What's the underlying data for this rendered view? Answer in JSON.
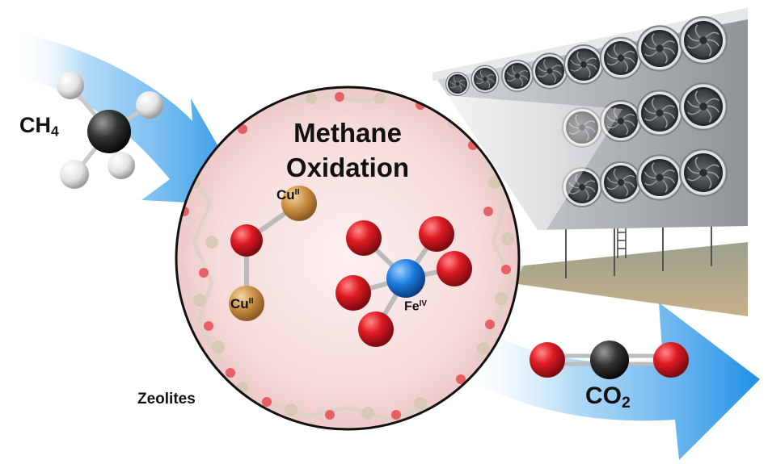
{
  "title": {
    "line1": "Methane",
    "line2": "Oxidation"
  },
  "reactant": {
    "base": "CH",
    "sub": "4"
  },
  "product": {
    "base": "CO",
    "sub": "2"
  },
  "sites": {
    "cu_top": {
      "base": "Cu",
      "sup": "II"
    },
    "cu_bottom": {
      "base": "Cu",
      "sup": "II"
    },
    "fe": {
      "base": "Fe",
      "sup": "IV"
    }
  },
  "framework_label": "Zeolites",
  "colors": {
    "arrow_blue": "#1f8fe6",
    "oxygen_red": "#d4121e",
    "copper": "#c98a3e",
    "iron_blue": "#1a73d9",
    "carbon_dark": "#2a2a2a",
    "hydrogen": "#e8e8e8",
    "zeolite_pink": "#f4d9da",
    "unit_gray": "#b7bcbf"
  },
  "icons": [
    "methane-molecule-icon",
    "carbon-dioxide-molecule-icon",
    "fan-icon",
    "cooling-unit-icon"
  ]
}
